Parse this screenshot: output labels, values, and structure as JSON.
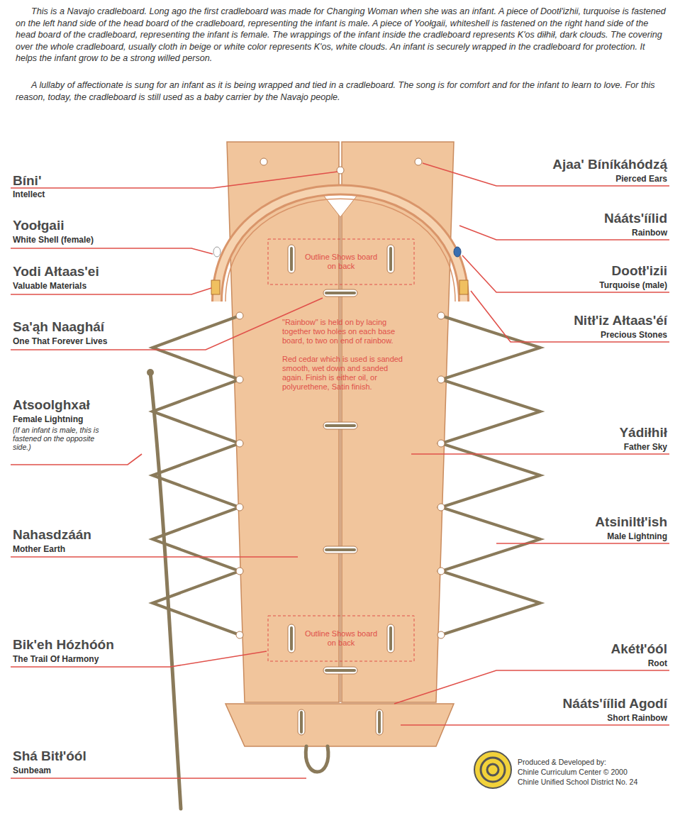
{
  "diagram": {
    "labels": [
      "This is a Navajo cradleboard. Long ago the first cradleboard was made for Changing Woman when she was an infant. A piece of Dootł'izhii, turquoise is fastened on the left hand side of the head board of the cradleboard, representing the infant is male. A piece of Yoołgaii, whiteshell is fastened on the right hand side of the head board of the cradleboard, representing the infant is female. The wrappings of the infant inside the cradleboard represents K'os diłhił, dark clouds. The covering over the whole cradleboard, usually cloth in beige or white color represents K'os, white clouds. An infant is securely wrapped in the cradleboard for protection. It helps the infant grow to be a strong willed person.",
      "A lullaby of affectionate is sung for an infant as it is being wrapped and tied in a cradleboard. The song is for comfort and for the infant to learn to love. For this reason, today, the cradleboard is still used as a baby carrier by the Navajo people.",
      "Bíni'",
      "Intellect",
      "Yoołgaii",
      "White Shell (female)",
      "Yodi Ałtaas'ei",
      "Valuable Materials",
      "Sa'ąh Naagháí",
      "One That Forever Lives",
      "Atsoolghxał",
      "Female Lightning",
      "(If an infant is male, this is fastened on the opposite side.)",
      "Nahasdzáán",
      "Mother Earth",
      "Bik'eh Hózhóón",
      "The Trail Of Harmony",
      "Shá Bitł'óól",
      "Sunbeam",
      "Ajaa' Bíníkáhódzą́",
      "Pierced Ears",
      "Nááts'íílid",
      "Rainbow",
      "Dootł'izii",
      "Turquoise (male)",
      "Nitł'iz Ałtaas'éí",
      "Precious Stones",
      "Yádiłhił",
      "Father Sky",
      "Atsiniltł'ish",
      "Male Lightning",
      "Akétł'óól",
      "Root",
      "Nááts'íílid Agodí",
      "Short Rainbow",
      "Outline Shows board on back",
      "\"Rainbow\" is held on by lacing together two holes on each base board, to two on end of rainbow.",
      "Red cedar which is used is sanded smooth, wet down and sanded again. Finish is either oil, or polyurethene, Satin finish.",
      "Outline Shows board on back",
      "Produced & Developed by:",
      "Chinle Curriculum Center © 2000",
      "Chinle Unified School District No. 24"
    ]
  }
}
